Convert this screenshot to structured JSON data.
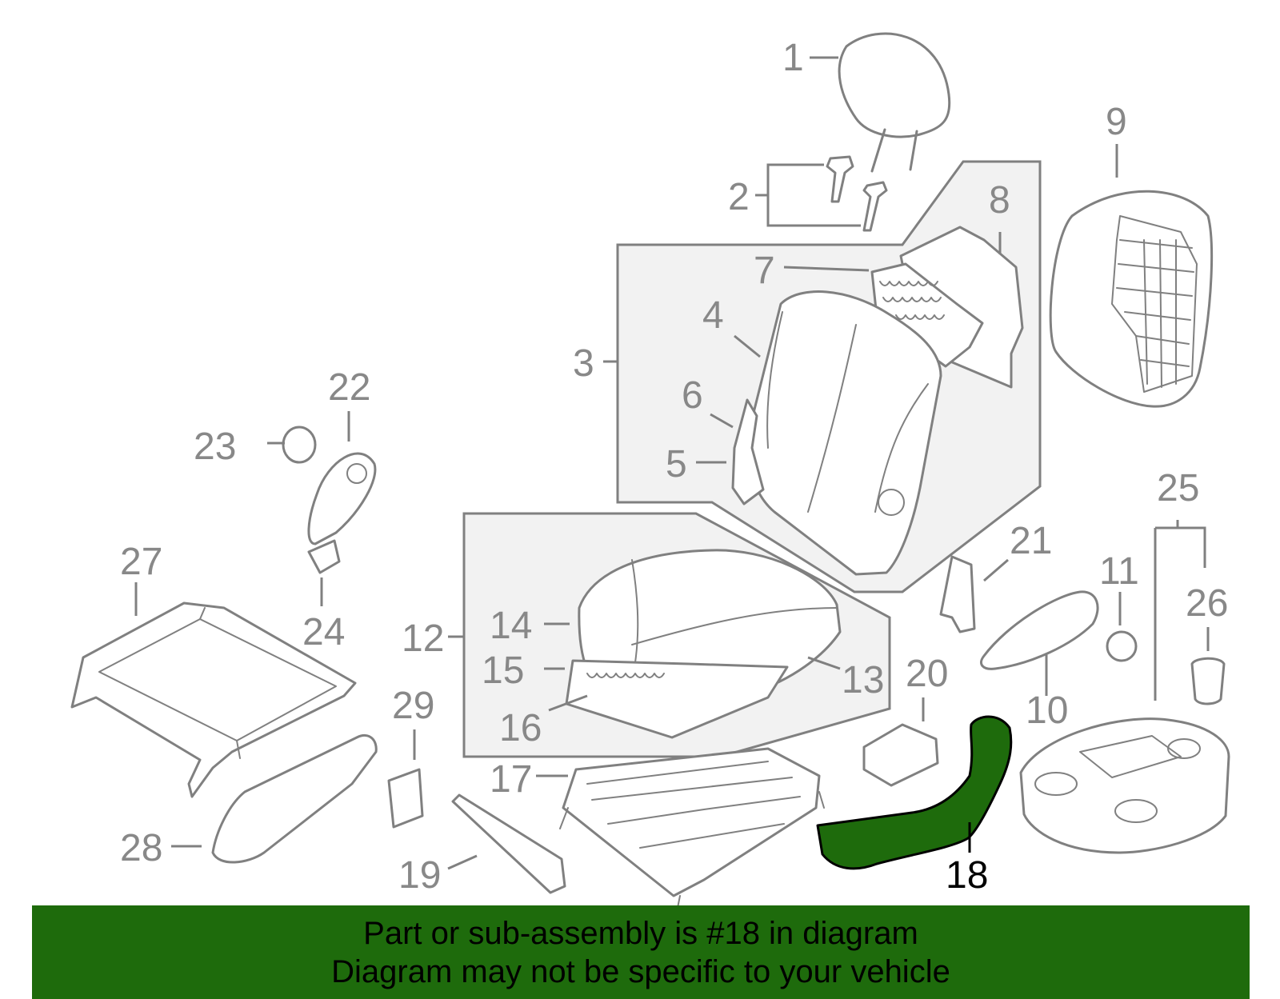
{
  "callouts": [
    {
      "id": "1",
      "label": "1"
    },
    {
      "id": "2",
      "label": "2"
    },
    {
      "id": "3",
      "label": "3"
    },
    {
      "id": "4",
      "label": "4"
    },
    {
      "id": "5",
      "label": "5"
    },
    {
      "id": "6",
      "label": "6"
    },
    {
      "id": "7",
      "label": "7"
    },
    {
      "id": "8",
      "label": "8"
    },
    {
      "id": "9",
      "label": "9"
    },
    {
      "id": "10",
      "label": "10"
    },
    {
      "id": "11",
      "label": "11"
    },
    {
      "id": "12",
      "label": "12"
    },
    {
      "id": "13",
      "label": "13"
    },
    {
      "id": "14",
      "label": "14"
    },
    {
      "id": "15",
      "label": "15"
    },
    {
      "id": "16",
      "label": "16"
    },
    {
      "id": "17",
      "label": "17"
    },
    {
      "id": "18",
      "label": "18"
    },
    {
      "id": "19",
      "label": "19"
    },
    {
      "id": "20",
      "label": "20"
    },
    {
      "id": "21",
      "label": "21"
    },
    {
      "id": "22",
      "label": "22"
    },
    {
      "id": "23",
      "label": "23"
    },
    {
      "id": "24",
      "label": "24"
    },
    {
      "id": "25",
      "label": "25"
    },
    {
      "id": "26",
      "label": "26"
    },
    {
      "id": "27",
      "label": "27"
    },
    {
      "id": "28",
      "label": "28"
    },
    {
      "id": "29",
      "label": "29"
    }
  ],
  "highlighted_part": "18",
  "banner": {
    "line1": "Part or sub-assembly is #18 in diagram",
    "line2": "Diagram may not be specific to your vehicle"
  },
  "colors": {
    "highlight": "#1e6b0c",
    "banner": "#1e6b0c",
    "line_art": "#808080",
    "callout_text": "#888888",
    "group_fill": "#f2f2f2"
  }
}
